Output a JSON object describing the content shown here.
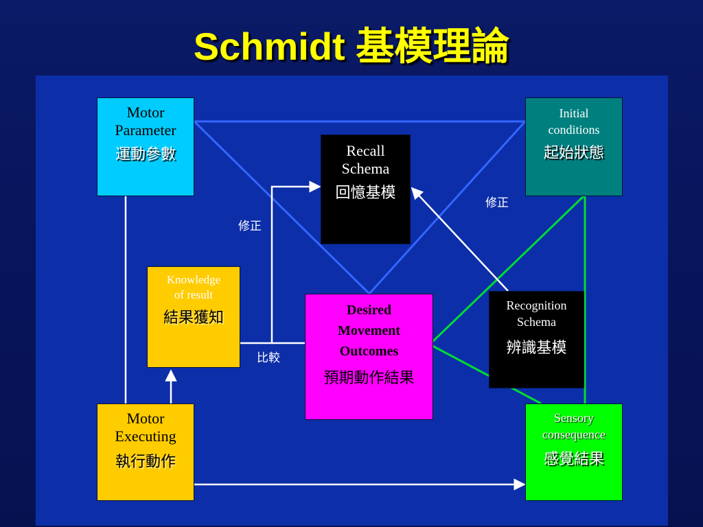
{
  "title": "Schmidt 基模理論",
  "colors": {
    "background": "#0a1a66",
    "panel": "#0c2ea8",
    "title": "#ffff00",
    "motor_parameter": "#00ccff",
    "initial_conditions": "#007f7f",
    "schema_boxes": "#000000",
    "knowledge_result": "#ffcc00",
    "desired_outcomes": "#ff00ff",
    "motor_executing": "#ffcc00",
    "sensory_consequence": "#00ff00",
    "blue_lines": "#3366ff",
    "green_lines": "#00dd33",
    "white_arrows": "#ffffff"
  },
  "boxes": {
    "motor_parameter": {
      "en1": "Motor",
      "en2": "Parameter",
      "zh": "運動參數"
    },
    "initial_conditions": {
      "en1": "Initial",
      "en2": "conditions",
      "zh": "起始狀態"
    },
    "recall_schema": {
      "en1": "Recall",
      "en2": "Schema",
      "zh": "回憶基模"
    },
    "knowledge_result": {
      "en1": "Knowledge",
      "en2": "of result",
      "zh": "結果獲知"
    },
    "desired_outcomes": {
      "en1": "Desired",
      "en2": "Movement",
      "en3": "Outcomes",
      "zh": "預期動作結果"
    },
    "recognition_schema": {
      "en1": "Recognition",
      "en2": "Schema",
      "zh": "辨識基模"
    },
    "motor_executing": {
      "en1": "Motor",
      "en2": "Executing",
      "zh": "執行動作"
    },
    "sensory_consequence": {
      "en1": "Sensory",
      "en2": "consequence",
      "zh": "感覺結果"
    }
  },
  "labels": {
    "correct_left": "修正",
    "correct_right": "修正",
    "compare": "比較"
  }
}
